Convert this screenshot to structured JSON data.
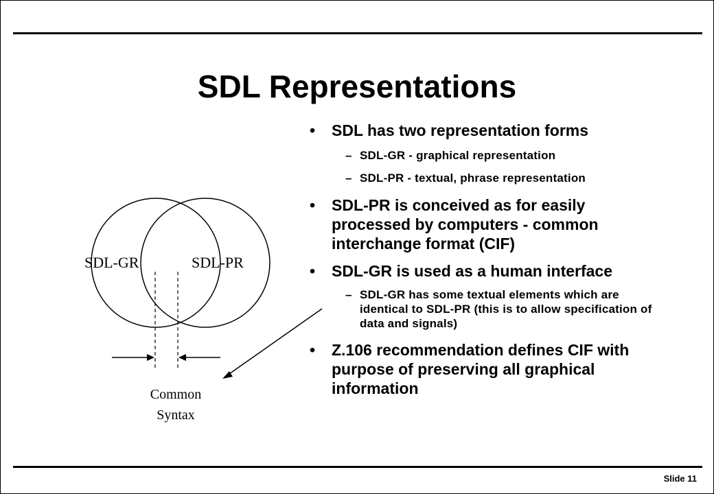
{
  "title": "SDL Representations",
  "bullets": [
    {
      "text": "SDL has two representation forms",
      "sub": [
        "SDL-GR - graphical representation",
        "SDL-PR - textual, phrase representation"
      ]
    },
    {
      "text": "SDL-PR is conceived as for easily processed by computers - common interchange format (CIF)",
      "sub": []
    },
    {
      "text": "SDL-GR is used as a human interface",
      "sub": [
        "SDL-GR has some textual elements which are identical to SDL-PR (this is to allow specification of data and signals)"
      ]
    },
    {
      "text": "Z.106 recommendation defines CIF with purpose of preserving all graphical information",
      "sub": []
    }
  ],
  "bullet_marker": "•",
  "sub_marker": "–",
  "diagram": {
    "left_circle_label": "SDL-GR",
    "right_circle_label": "SDL-PR",
    "caption_line1": "Common",
    "caption_line2": "Syntax"
  },
  "footer": {
    "slide_label": "Slide 11"
  }
}
